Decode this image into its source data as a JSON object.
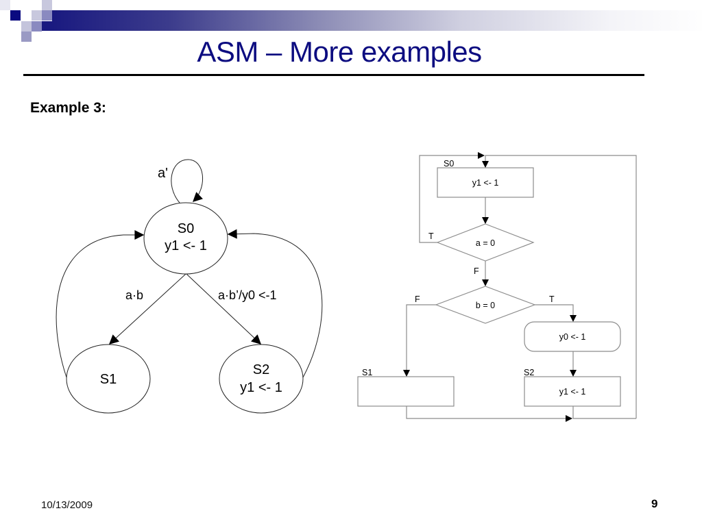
{
  "slide": {
    "title": "ASM – More examples",
    "subtitle": "Example 3:",
    "footer_date": "10/13/2009",
    "page_number": "9",
    "accent_color": "#0c0c80"
  },
  "state_diagram": {
    "states": [
      {
        "id": "S0",
        "name": "S0",
        "action": "y1 <- 1"
      },
      {
        "id": "S1",
        "name": "S1",
        "action": ""
      },
      {
        "id": "S2",
        "name": "S2",
        "action": "y1 <- 1"
      }
    ],
    "transitions": [
      {
        "from": "S0",
        "to": "S0",
        "label": "a'"
      },
      {
        "from": "S0",
        "to": "S1",
        "label": "a·b"
      },
      {
        "from": "S0",
        "to": "S2",
        "label": "a·b’/y0 <-1"
      },
      {
        "from": "S1",
        "to": "S0",
        "label": ""
      },
      {
        "from": "S2",
        "to": "S0",
        "label": ""
      }
    ]
  },
  "asm_chart": {
    "state_boxes": [
      {
        "state": "S0",
        "content": "y1 <- 1"
      },
      {
        "state": "S1",
        "content": ""
      },
      {
        "state": "S2",
        "content": "y1 <- 1"
      }
    ],
    "decisions": [
      {
        "condition": "a = 0",
        "true_label": "T",
        "false_label": "F"
      },
      {
        "condition": "b = 0",
        "true_label": "T",
        "false_label": "F"
      }
    ],
    "conditional_outputs": [
      {
        "content": "y0 <- 1"
      }
    ]
  }
}
